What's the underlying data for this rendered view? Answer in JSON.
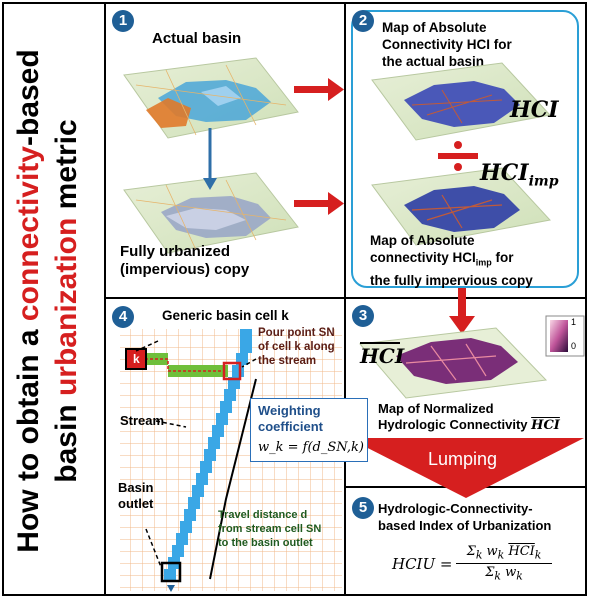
{
  "title": {
    "line1_a": "How to obtain a ",
    "line1_b": "connectivity",
    "line1_c": "-based",
    "line2_a": "basin ",
    "line2_b": "urbanization",
    "line2_c": " metric"
  },
  "panel1": {
    "number": "1",
    "actual_basin": "Actual basin",
    "urbanized_l1": "Fully urbanized",
    "urbanized_l2": "(impervious) copy"
  },
  "panel2": {
    "number": "2",
    "hci_map_l1": "Map of Absolute",
    "hci_map_l2": "Connectivity HCI for",
    "hci_map_l3": "the actual basin",
    "hci_symbol": "HCI",
    "hci_imp_symbol": "HCI",
    "hci_imp_sub": "imp",
    "imp_map_l1": "Map of Absolute",
    "imp_map_l2": "connectivity HCI",
    "imp_map_l2b": " for",
    "imp_map_l3": "the fully impervious copy"
  },
  "panel3": {
    "number": "3",
    "hci_hat": "HCI",
    "legend_max": "1",
    "legend_min": "0",
    "norm_l1": "Map of Normalized",
    "norm_l2": "Hydrologic Connectivity",
    "norm_sym": "HCI"
  },
  "panel4": {
    "number": "4",
    "generic_cell": "Generic basin cell k",
    "cell_k": "k",
    "pour_l1": "Pour point SN",
    "pour_l2": "of cell k along",
    "pour_l3": "the stream",
    "stream": "Stream",
    "weight_l1": "Weighting",
    "weight_l2": "coefficient",
    "weight_formula": "w_k = f(d_SN,k)",
    "basin_l1": "Basin",
    "basin_l2": "outlet",
    "travel_l1": "Travel distance d",
    "travel_l2": "from stream cell SN",
    "travel_l3": "to the basin outlet"
  },
  "panel5": {
    "number": "5",
    "lumping": "Lumping",
    "index_l1": "Hydrologic-Connectivity-",
    "index_l2": "based Index of Urbanization",
    "formula_lhs": "HCIU ="
  },
  "colors": {
    "badge": "#1f5f96",
    "red_arrow": "#d61f1f",
    "stream": "#3aa7e6",
    "grid": "#f1b98a",
    "path_green": "#6fbf3b",
    "panel2_border": "#2a9fd6"
  }
}
